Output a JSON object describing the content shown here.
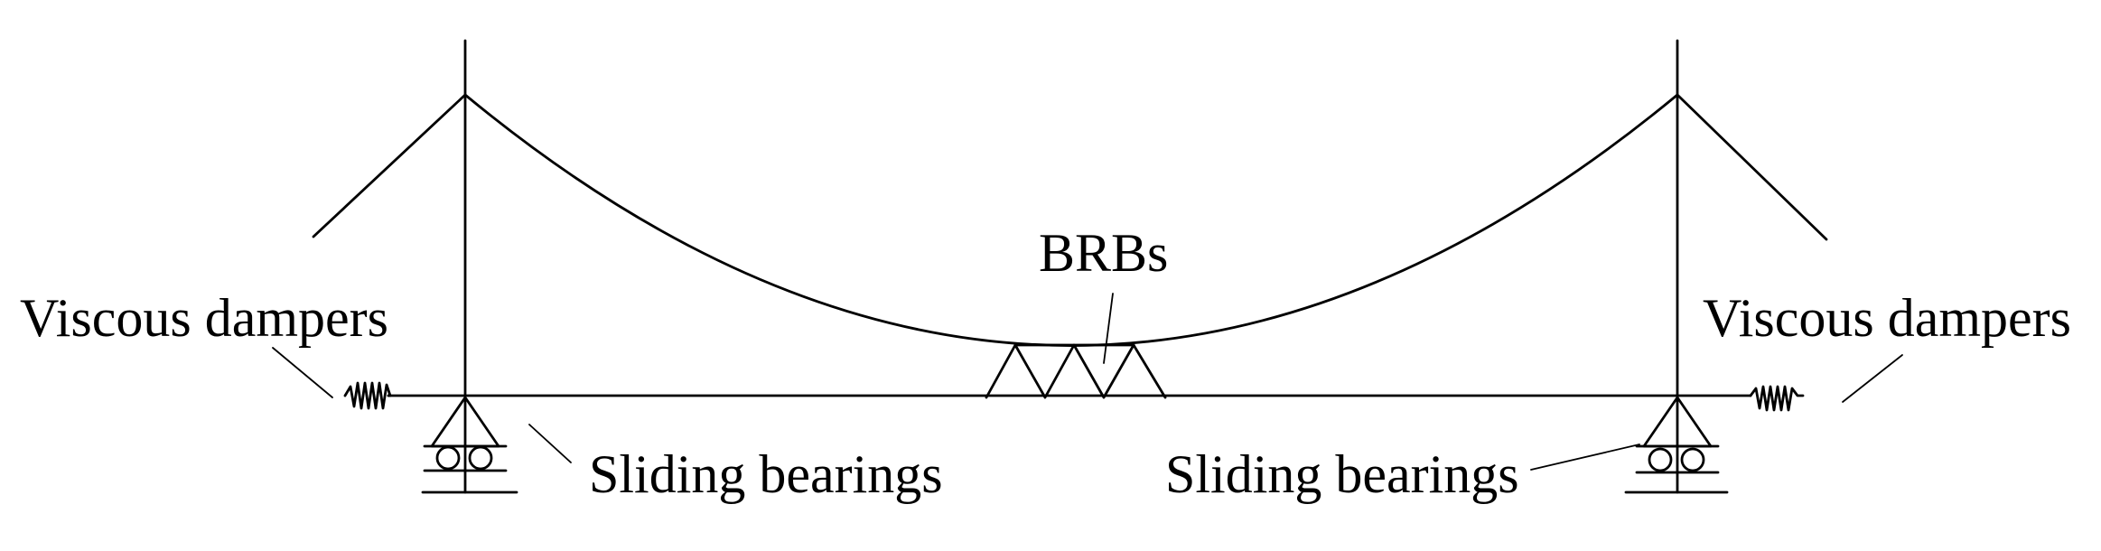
{
  "labels": {
    "brbs": "BRBs",
    "viscous_dampers_left": "Viscous dampers",
    "viscous_dampers_right": "Viscous dampers",
    "sliding_bearings_left": "Sliding bearings",
    "sliding_bearings_right": "Sliding bearings"
  }
}
